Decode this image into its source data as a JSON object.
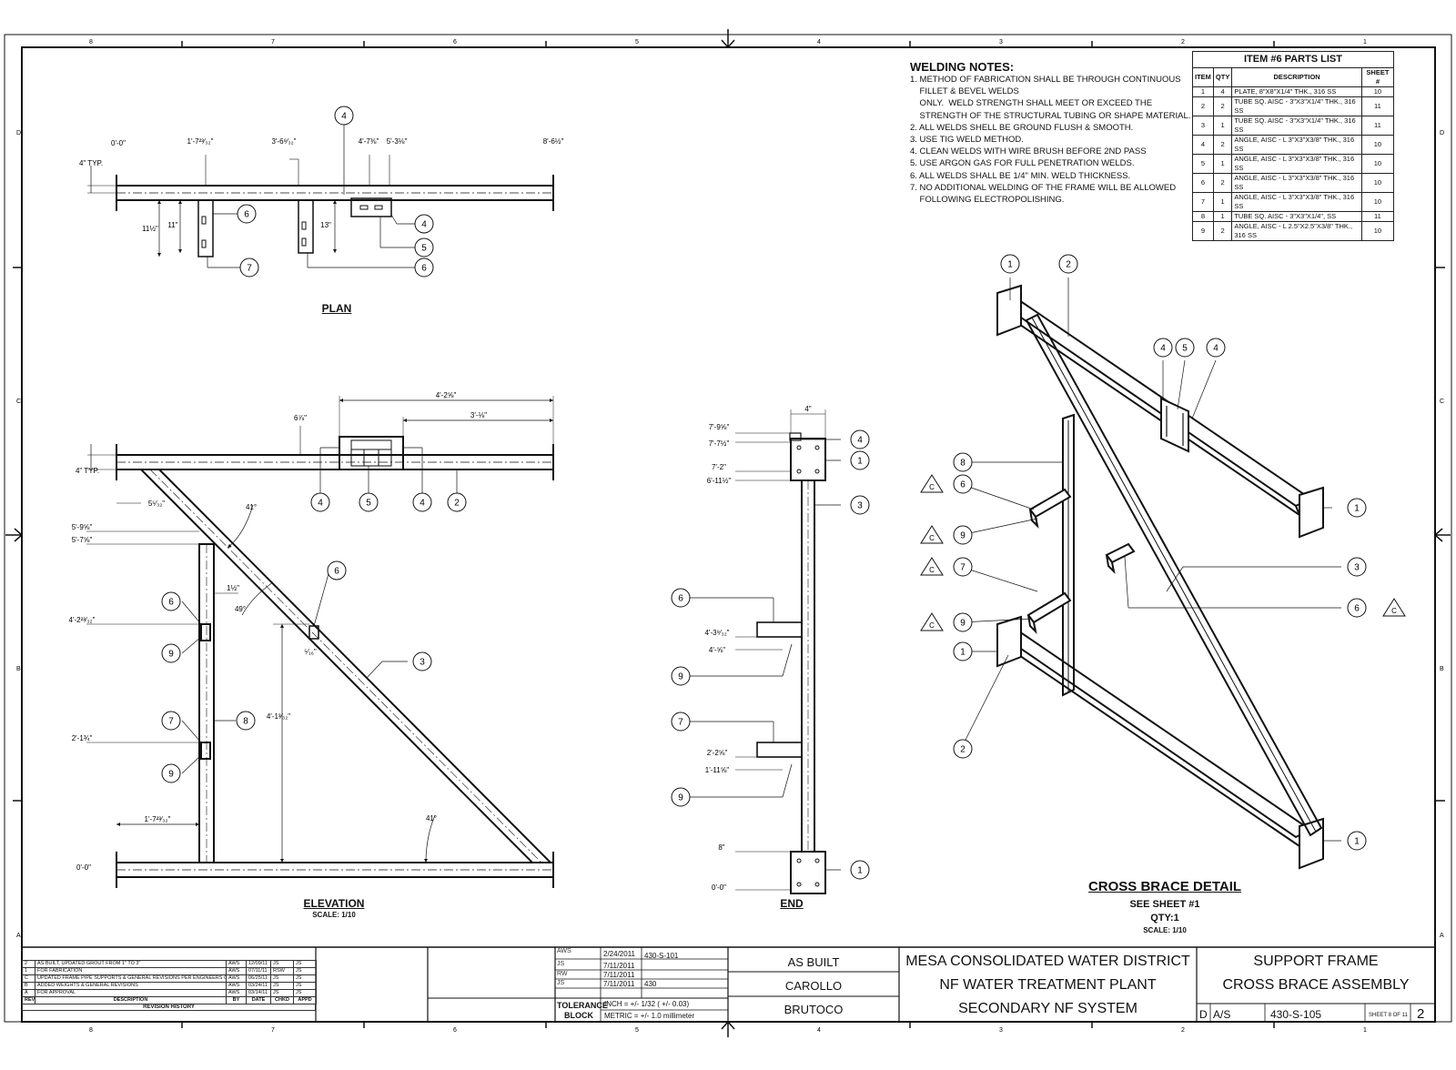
{
  "welding_notes": {
    "title": "WELDING NOTES:",
    "lines": [
      "1. METHOD OF FABRICATION SHALL BE THROUGH CONTINUOUS",
      "    FILLET & BEVEL WELDS",
      "    ONLY.  WELD STRENGTH SHALL MEET OR EXCEED THE",
      "    STRENGTH OF THE STRUCTURAL TUBING OR SHAPE MATERIAL.",
      "2. ALL WELDS SHELL BE GROUND FLUSH & SMOOTH.",
      "3. USE TIG WELD METHOD.",
      "4. CLEAN WELDS WITH WIRE BRUSH BEFORE 2ND PASS",
      "5. USE ARGON GAS FOR FULL PENETRATION WELDS.",
      "6. ALL WELDS SHALL BE 1/4\" MIN. WELD THICKNESS.",
      "7. NO ADDITIONAL WELDING OF THE FRAME WILL BE ALLOWED",
      "    FOLLOWING ELECTROPOLISHING."
    ]
  },
  "parts_list": {
    "title": "ITEM #6 PARTS LIST",
    "headers": [
      "ITEM",
      "QTY",
      "DESCRIPTION",
      "SHEET #"
    ],
    "rows": [
      [
        "1",
        "4",
        "PLATE, 8\"X8\"X1/4\" THK., 316 SS",
        "10"
      ],
      [
        "2",
        "2",
        "TUBE SQ. AISC - 3\"X3\"X1/4\" THK., 316 SS",
        "11"
      ],
      [
        "3",
        "1",
        "TUBE SQ. AISC - 3\"X3\"X1/4\" THK., 316 SS",
        "11"
      ],
      [
        "4",
        "2",
        "ANGLE, AISC - L 3\"X3\"X3/8\" THK., 316 SS",
        "10"
      ],
      [
        "5",
        "1",
        "ANGLE, AISC - L 3\"X3\"X3/8\" THK., 316 SS",
        "10"
      ],
      [
        "6",
        "2",
        "ANGLE, AISC - L 3\"X3\"X3/8\" THK., 316 SS",
        "10"
      ],
      [
        "7",
        "1",
        "ANGLE, AISC - L 3\"X3\"X3/8\" THK., 316 SS",
        "10"
      ],
      [
        "8",
        "1",
        "TUBE SQ. AISC - 3\"X3\"X1/4\", SS",
        "11"
      ],
      [
        "9",
        "2",
        "ANGLE, AISC - L 2.5\"X2.5\"X3/8\" THK., 316 SS",
        "10"
      ]
    ]
  },
  "views": {
    "plan": {
      "title": "PLAN"
    },
    "elevation": {
      "title": "ELEVATION",
      "scale": "SCALE: 1/10"
    },
    "end": {
      "title": "END"
    },
    "detail": {
      "title": "CROSS BRACE DETAIL",
      "see": "SEE SHEET #1",
      "qty": "QTY:1",
      "scale": "SCALE: 1/10"
    }
  },
  "dimensions": {
    "plan": [
      "0'-0\"",
      "1'-7²³⁄₃₂\"",
      "3'-6⁹⁄₃₂\"",
      "4'-7⅜\"",
      "5'-3⅛\"",
      "8'-6½\"",
      "4\" TYP.",
      "11½\"",
      "11\"",
      "13\""
    ],
    "elevation": [
      "4'-2⅝\"",
      "3'-⅛\"",
      "6⅞\"",
      "4\" TYP.",
      "5⁵⁄₃₂\"",
      "41°",
      "5'-9⅝\"",
      "5'-7⅝\"",
      "1½\"",
      "49°",
      "4'-2²³⁄₃₂\"",
      "⁵⁄₁₆\"",
      "4'-1³⁄₃₂\"",
      "2'-1¾\"",
      "1'-7²³⁄₃₂\"",
      "41°",
      "0'-0\""
    ],
    "end": [
      "4\"",
      "7'-9⅝\"",
      "7'-7½\"",
      "7'-2\"",
      "6'-11½\"",
      "4'-3⁹⁄₃₂\"",
      "4'-⅝\"",
      "2'-2⅝\"",
      "1'-11⅝\"",
      "8\"",
      "0'-0\""
    ]
  },
  "grid": {
    "columns": [
      "8",
      "7",
      "6",
      "5",
      "4",
      "3",
      "2",
      "1"
    ],
    "rows": [
      "D",
      "C",
      "B",
      "A"
    ]
  },
  "revision_history": {
    "title": "REVISION HISTORY",
    "headers": [
      "REV",
      "DESCRIPTION",
      "BY",
      "DATE",
      "CHKD",
      "APPD"
    ],
    "rows": [
      [
        "2",
        "AS BUILT, UPDATED GROUT FROM 1\" TO 3\"",
        "AWS",
        "12/09/11",
        "JS",
        "JS"
      ],
      [
        "1",
        "FOR FABRICATION",
        "AWS",
        "07/11/11",
        "RSW",
        "JS"
      ],
      [
        "C",
        "UPDATED FRAME PIPE SUPPORTS & GENERAL REVISIONS PER ENGINEERS COMMENTS",
        "AWS",
        "06/25/11",
        "JS",
        "JS"
      ],
      [
        "B",
        "ADDED WEIGHTS & GENERAL REVISIONS",
        "AWS",
        "03/24/11",
        "JS",
        "JS"
      ],
      [
        "A",
        "FOR APPROVAL",
        "AWS",
        "03/14/11",
        "JS",
        "JS"
      ]
    ]
  },
  "title_block": {
    "drawn_by": "AWS",
    "checked_by": "JS",
    "eng_appr": "RW",
    "mfg_appr": "JS",
    "dates": [
      "2/24/2011",
      "7/11/2011",
      "7/11/2011",
      "7/11/2011"
    ],
    "drawing_ref": "430-S-101",
    "sheet_number": "430",
    "tolerance_label_1": "TOLERANCE",
    "tolerance_label_2": "BLOCK",
    "inch_tol": "INCH = +/- 1/32 ( +/- 0.03)",
    "metric_tol": "METRIC = +/- 1.0 millimeter",
    "status": "AS BUILT",
    "engineer": "CAROLLO",
    "contractor": "BRUTOCO",
    "project_line1": "MESA CONSOLIDATED WATER DISTRICT",
    "project_line2": "NF WATER TREATMENT PLANT",
    "project_line3": "SECONDARY NF SYSTEM",
    "title_line1": "SUPPORT FRAME",
    "title_line2": "CROSS BRACE ASSEMBLY",
    "size": "D",
    "scale": "A/S",
    "dwg_no": "430-S-105",
    "sheet": "SHEET 8  OF 11",
    "rev": "2"
  }
}
